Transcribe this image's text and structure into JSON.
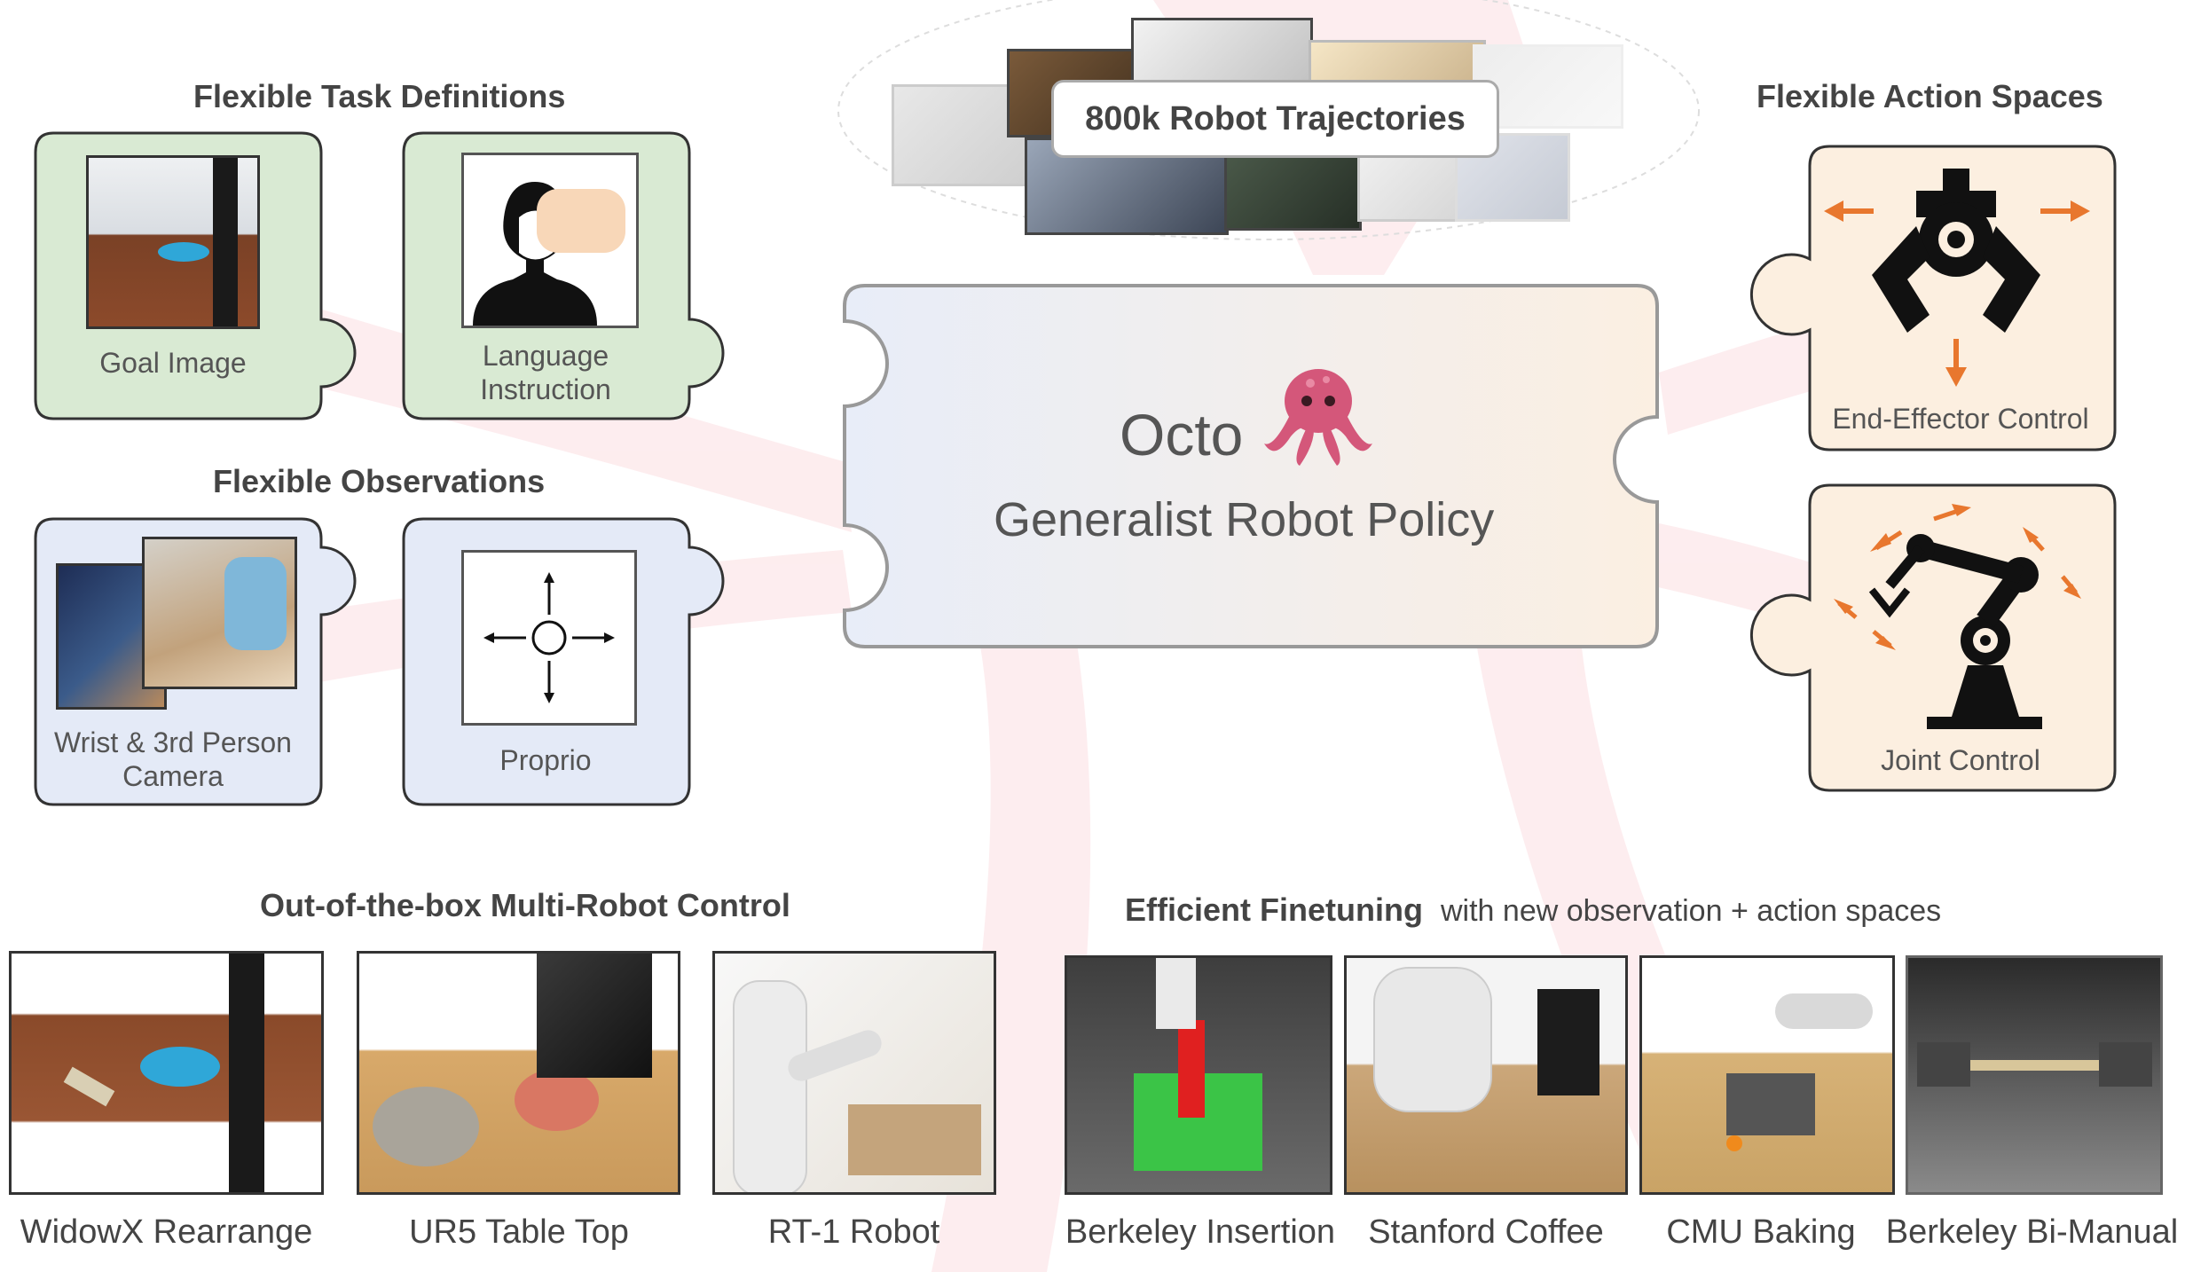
{
  "dataset_banner": {
    "label": "800k Robot Trajectories"
  },
  "center": {
    "title": "Octo",
    "emoji": "🐙",
    "subtitle": "Generalist Robot Policy"
  },
  "sections": {
    "task_definitions": {
      "heading": "Flexible Task Definitions",
      "items": [
        {
          "label": "Goal Image"
        },
        {
          "label": "Language\nInstruction"
        }
      ]
    },
    "observations": {
      "heading": "Flexible Observations",
      "items": [
        {
          "label": "Wrist & 3rd Person\nCamera"
        },
        {
          "label": "Proprio"
        }
      ]
    },
    "action_spaces": {
      "heading": "Flexible Action Spaces",
      "items": [
        {
          "label": "End-Effector Control"
        },
        {
          "label": "Joint Control"
        }
      ]
    },
    "multi_robot": {
      "heading": "Out-of-the-box Multi-Robot Control",
      "items": [
        {
          "label": "WidowX Rearrange"
        },
        {
          "label": "UR5 Table Top"
        },
        {
          "label": "RT-1 Robot"
        }
      ]
    },
    "finetuning": {
      "heading": "Efficient Finetuning",
      "heading_suffix": "with new observation + action spaces",
      "items": [
        {
          "label": "Berkeley Insertion"
        },
        {
          "label": "Stanford Coffee"
        },
        {
          "label": "CMU Baking"
        },
        {
          "label": "Berkeley Bi-Manual"
        }
      ]
    }
  },
  "colors": {
    "task_fill": "#d9ead3",
    "obs_fill": "#e4eaf7",
    "action_fill": "#fcefe0",
    "accent_arrow": "#e8772e",
    "piece_stroke": "#333333",
    "octopus_shadow": "#fde6e8"
  }
}
